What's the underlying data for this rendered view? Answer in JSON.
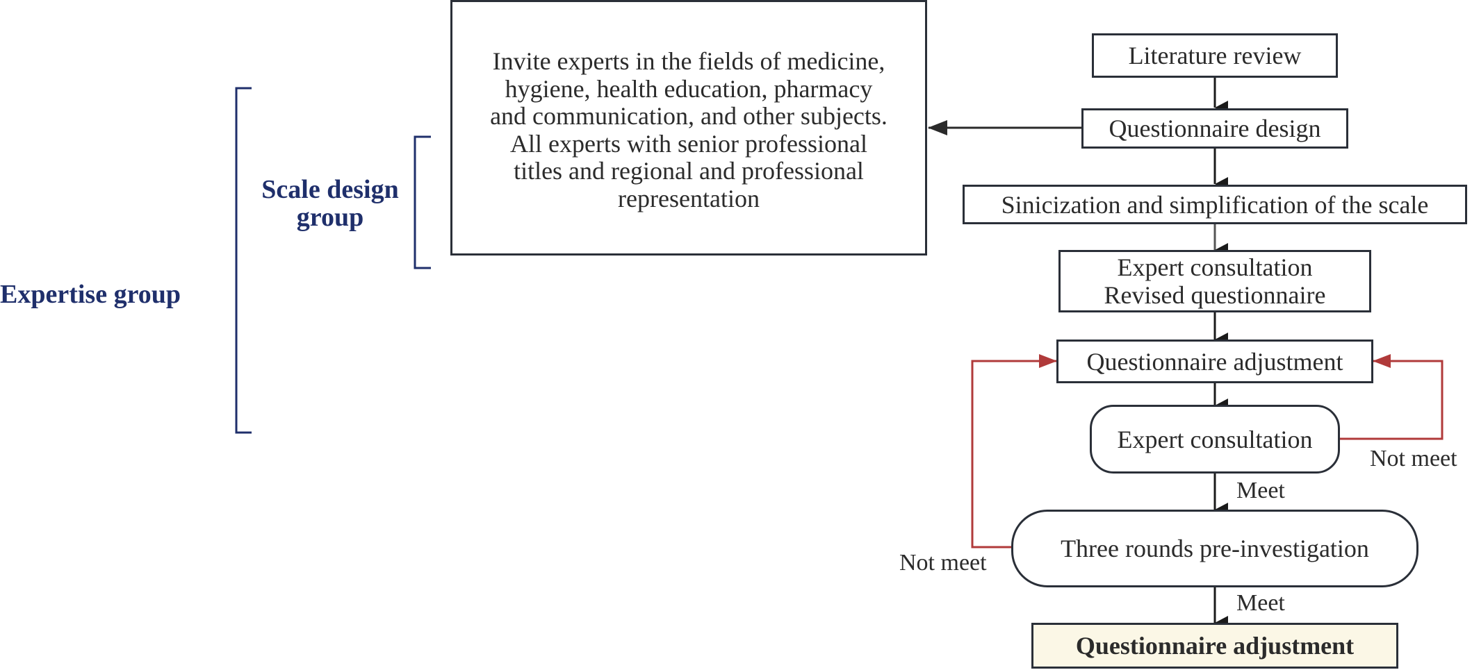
{
  "groups": {
    "expertise": "Expertise group",
    "scale_design_line1": "Scale design",
    "scale_design_line2": "group"
  },
  "invite_box": {
    "lines": [
      "Invite experts in the fields of medicine,",
      "hygiene, health education, pharmacy",
      "and communication, and other subjects.",
      "All experts with senior professional",
      "titles and regional and professional",
      "representation"
    ]
  },
  "flow": {
    "literature_review": "Literature review",
    "questionnaire_design": "Questionnaire design",
    "sinicization": "Sinicization and simplification of the scale",
    "expert_consultation_1": "Expert consultation",
    "revised_questionnaire": "Revised questionnaire",
    "questionnaire_adjustment": "Questionnaire adjustment",
    "expert_consultation_2": "Expert consultation",
    "three_rounds": "Three rounds pre-investigation",
    "final_adjustment": "Questionnaire adjustment"
  },
  "edge_labels": {
    "meet_1": "Meet",
    "meet_2": "Meet",
    "not_meet_right": "Not meet",
    "not_meet_left": "Not meet"
  },
  "colors": {
    "group_text": "#1f2f6b",
    "bracket": "#1f2f6b",
    "feedback_arrow": "#b03a3a",
    "flow_arrow": "#1a1a1a",
    "final_fill": "#fbf7e6"
  }
}
